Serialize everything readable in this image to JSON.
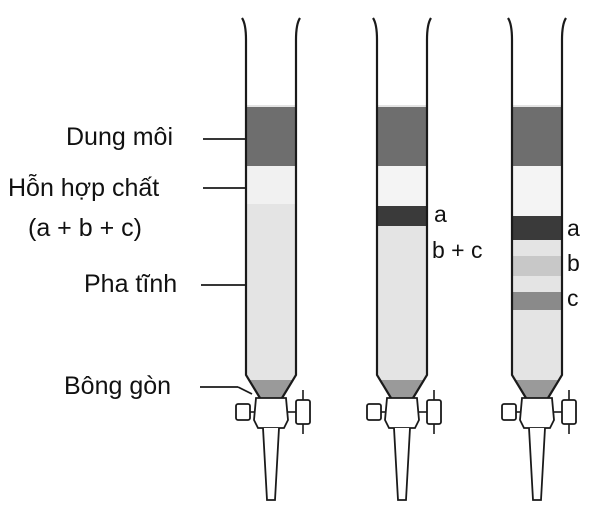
{
  "labels": {
    "solvent": "Dung môi",
    "mixture_line1": "Hỗn hợp chất",
    "mixture_line2": "(a + b + c)",
    "stationary_phase": "Pha tĩnh",
    "cotton": "Bông gòn"
  },
  "column2_labels": {
    "a": "a",
    "bc": "b + c"
  },
  "column3_labels": {
    "a": "a",
    "b": "b",
    "c": "c"
  },
  "colors": {
    "solvent_band": "#6e6e6e",
    "stationary": "#e4e4e4",
    "mixture_zone": "#f1f1f1",
    "band_a": "#3a3a3a",
    "band_b": "#c8c8c8",
    "band_c": "#8a8a8a",
    "cotton": "#9a9a9a"
  }
}
